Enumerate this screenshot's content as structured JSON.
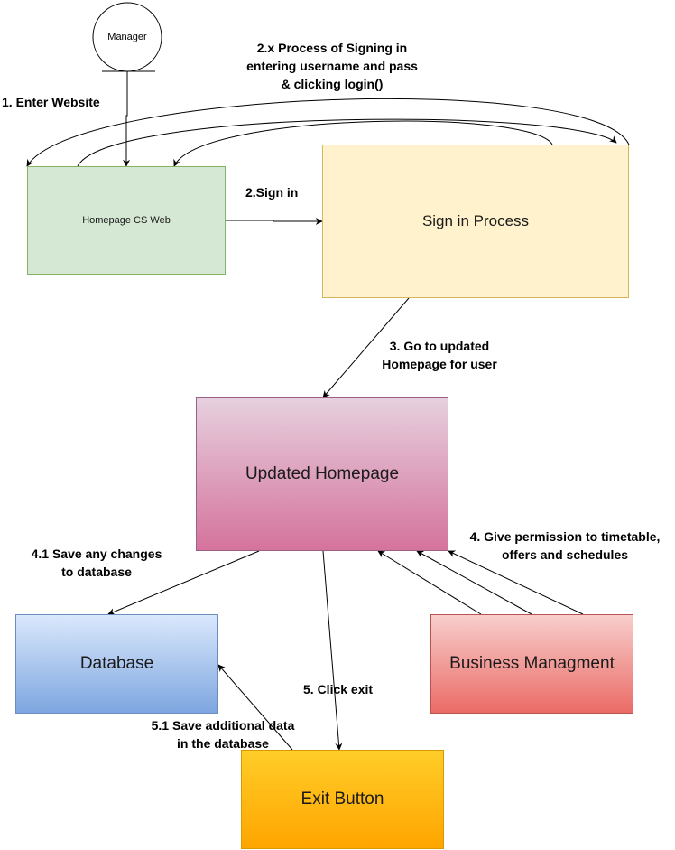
{
  "actor": {
    "label": "Manager"
  },
  "nodes": {
    "homepage": "Homepage CS Web",
    "signin": "Sign in Process",
    "updated": "Updated Homepage",
    "database": "Database",
    "business": "Business Managment",
    "exit": "Exit Button"
  },
  "edges": {
    "enter_website": "1. Enter Website",
    "process_signing": [
      "2.x Process of Signing in",
      "entering username and pass",
      "& clicking login()"
    ],
    "sign_in": "2.Sign in",
    "go_updated": [
      "3. Go to updated",
      "Homepage for user"
    ],
    "save_changes": [
      "4.1 Save any changes",
      "to database"
    ],
    "give_permission": [
      "4. Give permission to timetable,",
      "offers and schedules"
    ],
    "click_exit": "5. Click exit",
    "save_additional": [
      "5.1 Save additional data",
      "in the database"
    ]
  },
  "colors": {
    "homepage_fill": "#d5e8d4",
    "signin_fill": "#fff2cc",
    "updated_fill": "#d5739d",
    "database_fill": "#7ea6e0",
    "business_fill": "#ea6b66",
    "exit_fill": "#ffa500"
  }
}
